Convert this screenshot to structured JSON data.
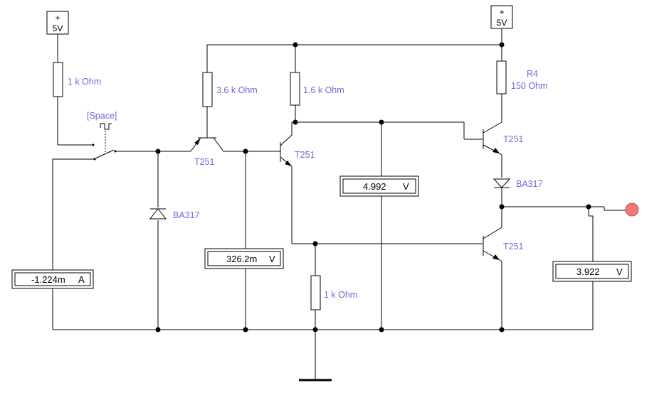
{
  "sources": {
    "left": "5V",
    "right": "5V"
  },
  "resistors": {
    "r_input": "1 k Ohm",
    "r_base": "3.6 k Ohm",
    "r_collector": "1.6 k Ohm",
    "r4_name": "R4",
    "r4_value": "150  Ohm",
    "r_emitter": "1 k Ohm"
  },
  "switch": {
    "key": "[Space]"
  },
  "transistors": {
    "t1": "T251",
    "t2": "T251",
    "t3": "T251",
    "t4": "T251"
  },
  "diodes": {
    "d_left": "BA317",
    "d_right": "BA317"
  },
  "meters": {
    "current": {
      "value": "-1.224m",
      "unit": "A"
    },
    "voltage_base": {
      "value": "326.2m",
      "unit": "V"
    },
    "voltage_collector": {
      "value": "4.992",
      "unit": "V"
    },
    "voltage_output": {
      "value": "3.922",
      "unit": "V"
    }
  },
  "colors": {
    "label": "#6b6bd6",
    "output_probe": "#f07a78"
  }
}
